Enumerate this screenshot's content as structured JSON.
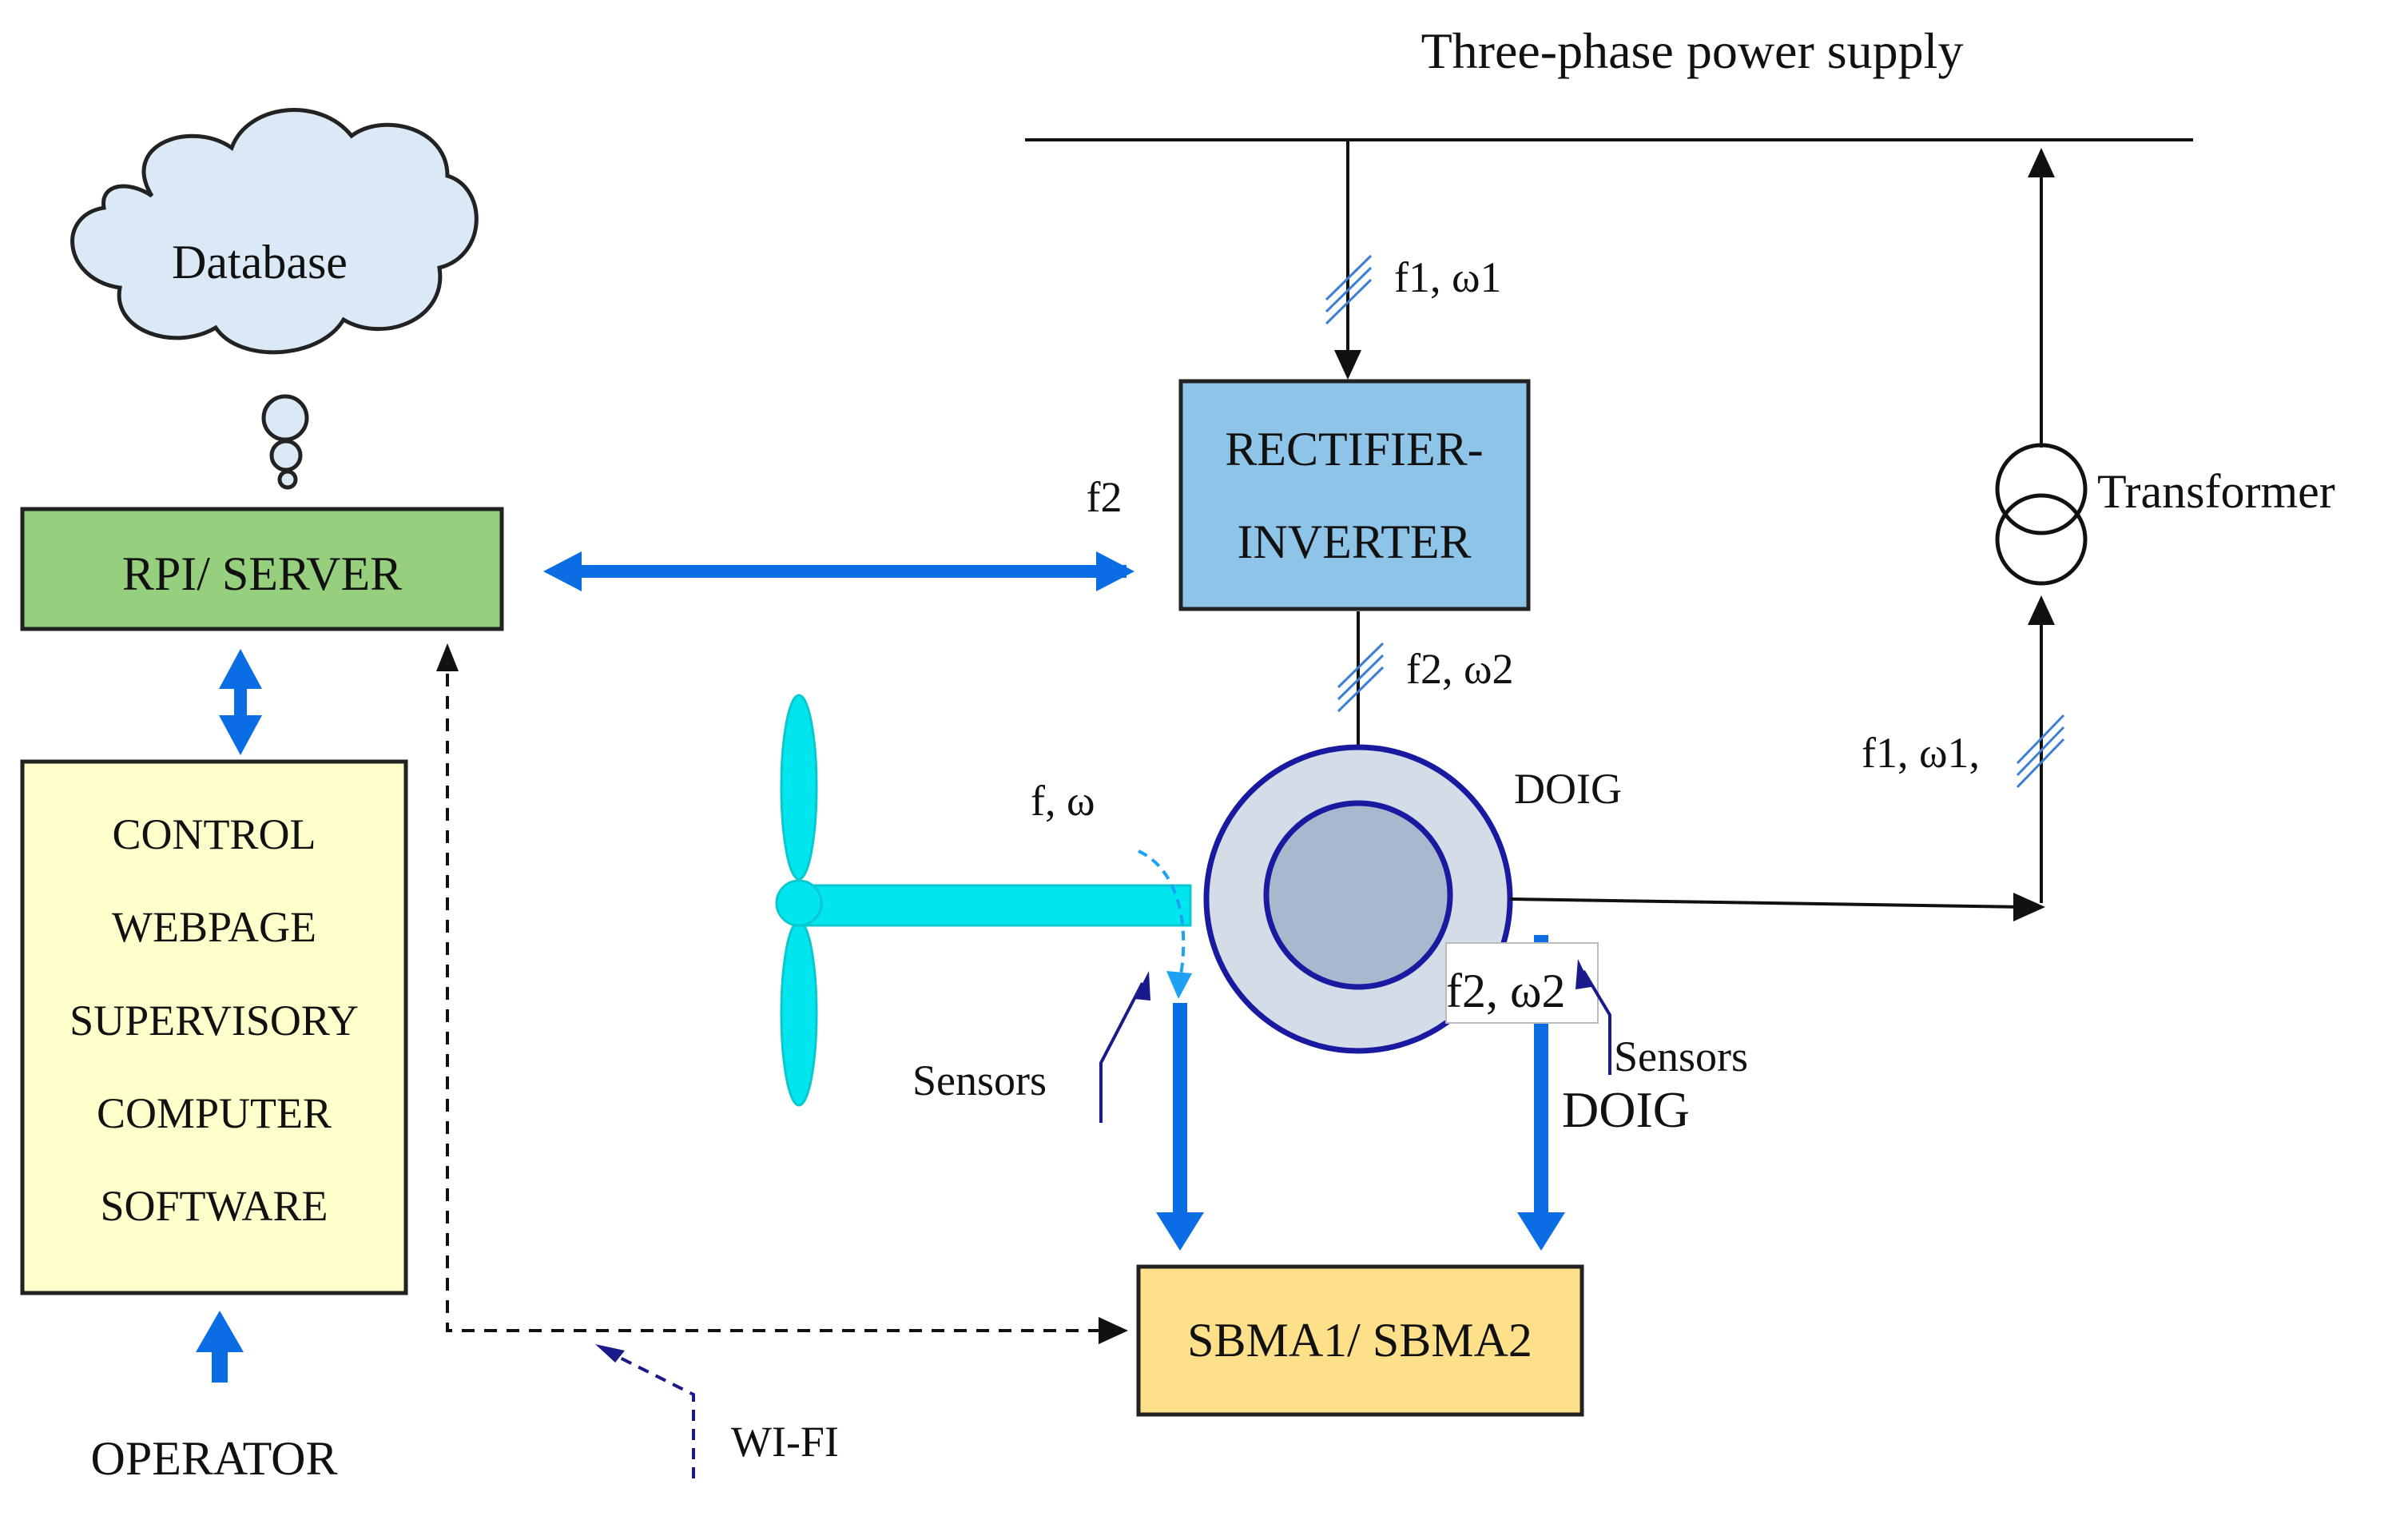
{
  "title": "Three-phase power supply",
  "cloud_label": "Database",
  "rpi_server": "RPI/ SERVER",
  "control_lines": [
    "CONTROL",
    "WEBPAGE",
    "SUPERVISORY",
    "COMPUTER",
    "SOFTWARE"
  ],
  "operator": "OPERATOR",
  "rectifier_lines": [
    "RECTIFIER-",
    "INVERTER"
  ],
  "transformer": "Transformer",
  "sbma": "SBMA1/ SBMA2",
  "doig_top": "DOIG",
  "doig_bottom": "DOIG",
  "wifi": "WI-FI",
  "sensors_left": "Sensors",
  "sensors_right": "Sensors",
  "labels": {
    "supply_to_rect": "f1, ω1",
    "server_link": "f2",
    "rect_to_doig": "f2, ω2",
    "rotor": "f, ω",
    "doig_out": "f2, ω2",
    "to_transformer": "f1, ω1,"
  },
  "colors": {
    "cloud_fill": "#dbe9f6",
    "server_fill": "#96d07e",
    "control_fill": "#ffffcc",
    "rectifier_fill": "#8ec4e8",
    "sbma_fill": "#ffe08a",
    "blade": "#00e5ee",
    "doig_outer": "#d4dce8",
    "doig_inner": "#a9b8cc",
    "doig_stroke": "#1a1aa0",
    "blue_arrow": "#0a6de3",
    "hatch": "#3b7fd6"
  }
}
